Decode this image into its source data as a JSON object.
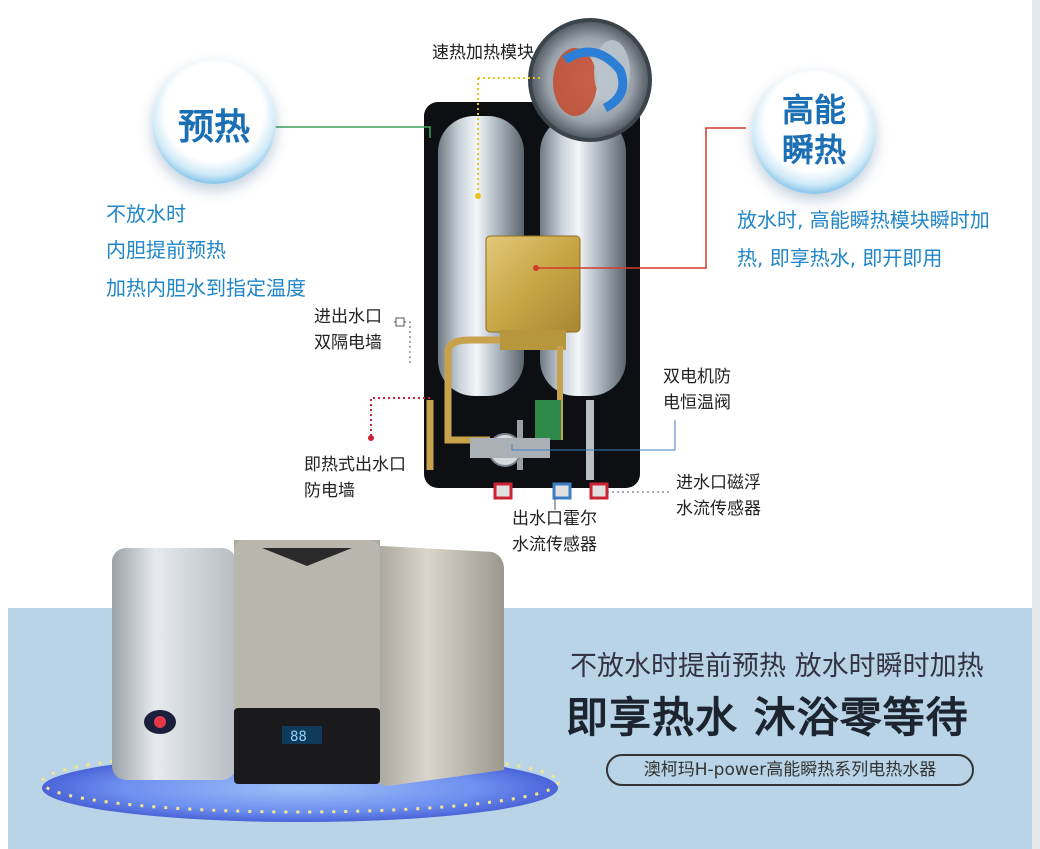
{
  "top_labels": {
    "module": "速热加热模块",
    "preheat_bubble": "预热",
    "instant_bubble_line1": "高能",
    "instant_bubble_line2": "瞬热"
  },
  "left_text": [
    "不放水时",
    "内胆提前预热",
    "加热内胆水到指定温度"
  ],
  "right_text": [
    "放水时, 高能瞬热模块瞬时加",
    "热, 即享热水, 即开即用"
  ],
  "callouts": {
    "outlet_wall_1": "进出水口",
    "outlet_wall_2": "双隔电墙",
    "motor_1": "双电机防",
    "motor_2": "电恒温阀",
    "instant_wall_1": "即热式出水口",
    "instant_wall_2": "防电墙",
    "inlet_sensor_1": "进水口磁浮",
    "inlet_sensor_2": "水流传感器",
    "outlet_sensor_1": "出水口霍尔",
    "outlet_sensor_2": "水流传感器"
  },
  "bottom": {
    "headline1": "不放水时提前预热 放水时瞬时加热",
    "headline2": "即享热水 沐浴零等待",
    "product_pill": "澳柯玛H-power高能瞬热系列电热水器"
  },
  "colors": {
    "accent_blue": "#1f86c8",
    "bubble_text": "#1b6fb4",
    "green_line": "#3aa35a",
    "red_line": "#d23a2a",
    "yellow_line": "#e8c21a",
    "panel_bg": "#b8d4e6"
  }
}
